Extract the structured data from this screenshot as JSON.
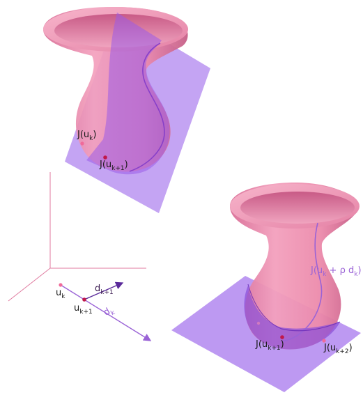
{
  "colors": {
    "vase": "#ec8aab",
    "vase_shadow": "#c95f88",
    "vase_rim": "#f5a6c2",
    "plane": "#b48bf0",
    "plane_dark": "#8a4fd8",
    "axis": "#e07a9f",
    "iterate": "#c0184a",
    "arrow": "#5a2a9a",
    "direction": "#9a63d6"
  },
  "labels": {
    "J_uk": {
      "main": "J",
      "paren_open": "(",
      "var": "u",
      "sub": "k",
      "paren_close": ")"
    },
    "J_uk1": {
      "main": "J",
      "paren_open": "(",
      "var": "u",
      "sub": "k+1",
      "paren_close": ")"
    },
    "uk": {
      "var": "u",
      "sub": "k"
    },
    "uk1": {
      "var": "u",
      "sub": "k+1"
    },
    "dk1": {
      "var": "d",
      "sub": "k+1"
    },
    "dk": {
      "var": "d",
      "sub": "k"
    },
    "J_line": {
      "main": "J",
      "paren_open": "(",
      "var": "u",
      "sub": "k",
      "plus": " + ",
      "rho": "ρ",
      "dvar": "d",
      "dsub": "k",
      "paren_close": ")"
    },
    "J_uk1_b": {
      "main": "J",
      "paren_open": "(",
      "var": "u",
      "sub": "k+1",
      "paren_close": ")"
    },
    "J_uk2": {
      "main": "J",
      "paren_open": "(",
      "var": "u",
      "sub": "k+2",
      "paren_close": ")"
    }
  }
}
